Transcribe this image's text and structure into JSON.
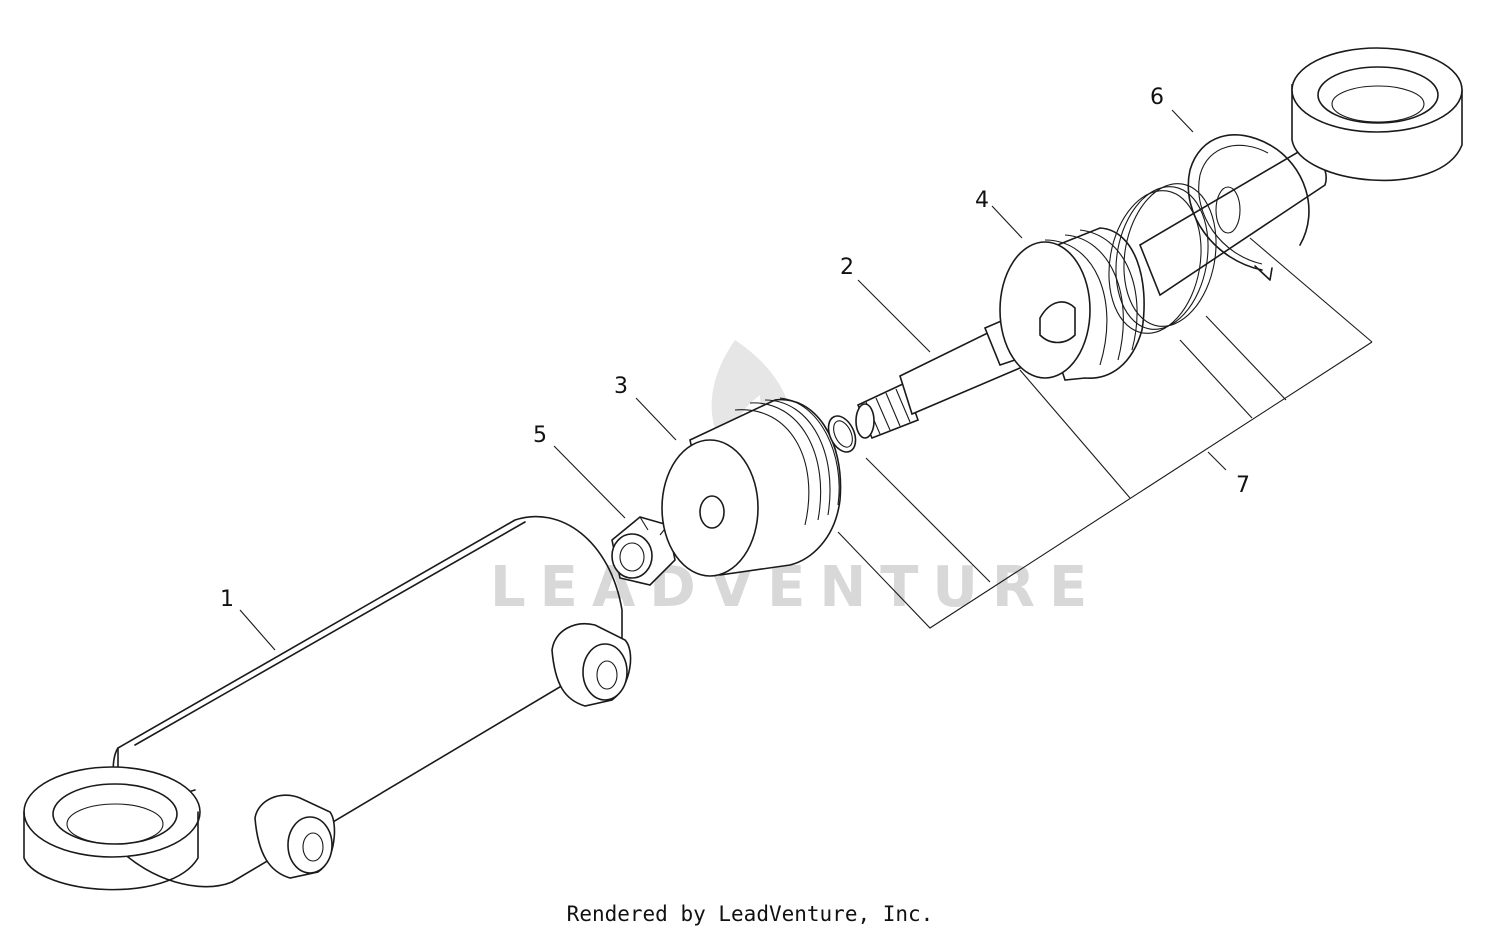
{
  "callouts": [
    {
      "id": "1",
      "label": "1"
    },
    {
      "id": "2",
      "label": "2"
    },
    {
      "id": "3",
      "label": "3"
    },
    {
      "id": "4",
      "label": "4"
    },
    {
      "id": "5",
      "label": "5"
    },
    {
      "id": "6",
      "label": "6"
    },
    {
      "id": "7",
      "label": "7"
    }
  ],
  "watermark": "LEADVENTURE",
  "footer": "Rendered by LeadVenture, Inc."
}
